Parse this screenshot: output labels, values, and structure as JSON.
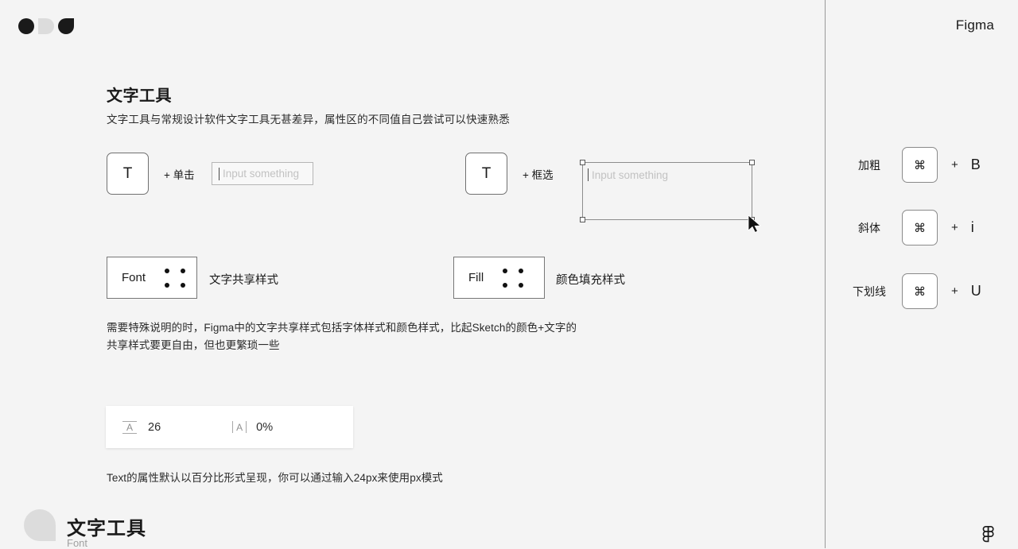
{
  "header": {
    "brand": "Figma",
    "window_dots": [
      "circle-shape",
      "half-rounded-shape",
      "corner-rounded-shape"
    ]
  },
  "main": {
    "title": "文字工具",
    "subtitle": "文字工具与常规设计软件文字工具无甚差异，属性区的不同值自己尝试可以快速熟悉",
    "tool_click": {
      "button_label": "T",
      "action_label": "+ 单击",
      "input_placeholder": "Input something"
    },
    "tool_drag": {
      "button_label": "T",
      "action_label": "+ 框选",
      "input_placeholder": "Input something"
    },
    "style_font": {
      "button_label": "Font",
      "caption": "文字共享样式"
    },
    "style_fill": {
      "button_label": "Fill",
      "caption": "颜色填充样式"
    },
    "paragraph": "需要特殊说明的时，Figma中的文字共享样式包括字体样式和颜色样式，比起Sketch的颜色+文字的共享样式要更自由，但也更繁琐一些",
    "properties": {
      "line_height_glyph": "A",
      "line_height_value": "26",
      "letter_spacing_glyph": "A",
      "letter_spacing_value": "0%"
    },
    "footnote": "Text的属性默认以百分比形式呈现，你可以通过输入24px来使用px模式"
  },
  "shortcuts": [
    {
      "label": "加粗",
      "modifier": "⌘",
      "plus": "+",
      "key": "B"
    },
    {
      "label": "斜体",
      "modifier": "⌘",
      "plus": "+",
      "key": "i"
    },
    {
      "label": "下划线",
      "modifier": "⌘",
      "plus": "+",
      "key": "U"
    }
  ],
  "footer": {
    "title": "文字工具",
    "subtitle": "Font"
  },
  "colors": {
    "background": "#f4f4f4",
    "card": "#ffffff",
    "border": "#777777",
    "text": "#1a1a1a",
    "placeholder": "#c2c2c2",
    "muted": "#a0a0a0",
    "divider": "#9a9a9a"
  }
}
